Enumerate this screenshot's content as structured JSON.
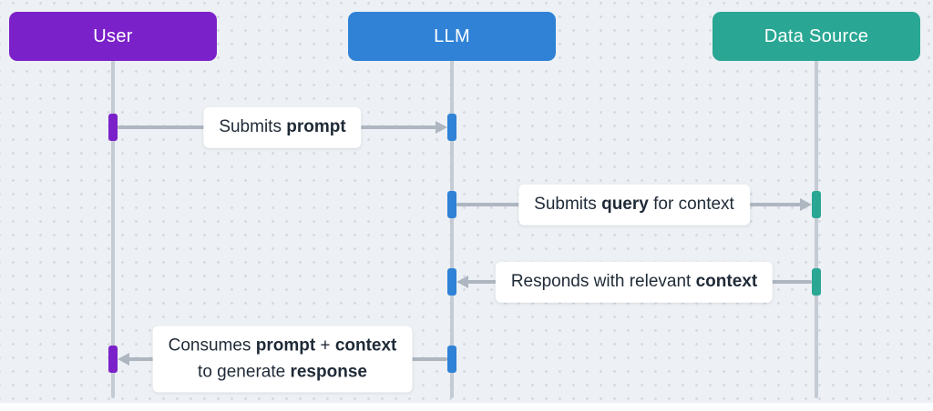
{
  "diagram": {
    "actors": [
      {
        "id": "user",
        "label": "User",
        "color": "#7b21c9"
      },
      {
        "id": "llm",
        "label": "LLM",
        "color": "#2f82d6"
      },
      {
        "id": "data_source",
        "label": "Data Source",
        "color": "#29a794"
      }
    ],
    "messages": [
      {
        "id": "submits-prompt",
        "from": "user",
        "to": "llm",
        "lines": [
          [
            {
              "text": "Submits ",
              "bold": false
            },
            {
              "text": "prompt",
              "bold": true
            }
          ]
        ]
      },
      {
        "id": "submits-query-for-context",
        "from": "llm",
        "to": "data_source",
        "lines": [
          [
            {
              "text": "Submits ",
              "bold": false
            },
            {
              "text": "query",
              "bold": true
            },
            {
              "text": " for context",
              "bold": false
            }
          ]
        ]
      },
      {
        "id": "responds-with-relevant-context",
        "from": "data_source",
        "to": "llm",
        "lines": [
          [
            {
              "text": "Responds with relevant ",
              "bold": false
            },
            {
              "text": "context",
              "bold": true
            }
          ]
        ]
      },
      {
        "id": "consumes-prompt-plus-context",
        "from": "llm",
        "to": "user",
        "lines": [
          [
            {
              "text": "Consumes ",
              "bold": false
            },
            {
              "text": "prompt",
              "bold": true
            },
            {
              "text": " + ",
              "bold": false
            },
            {
              "text": "context",
              "bold": true
            }
          ],
          [
            {
              "text": "to generate ",
              "bold": false
            },
            {
              "text": "response",
              "bold": true
            }
          ]
        ]
      }
    ],
    "colors": {
      "background": "#edf0f4",
      "dot_grid": "#d4d9e0",
      "lifeline": "#c4cbd4",
      "arrow": "#aeb6c1",
      "label_background": "#ffffff",
      "label_text": "#1f2a37"
    }
  }
}
